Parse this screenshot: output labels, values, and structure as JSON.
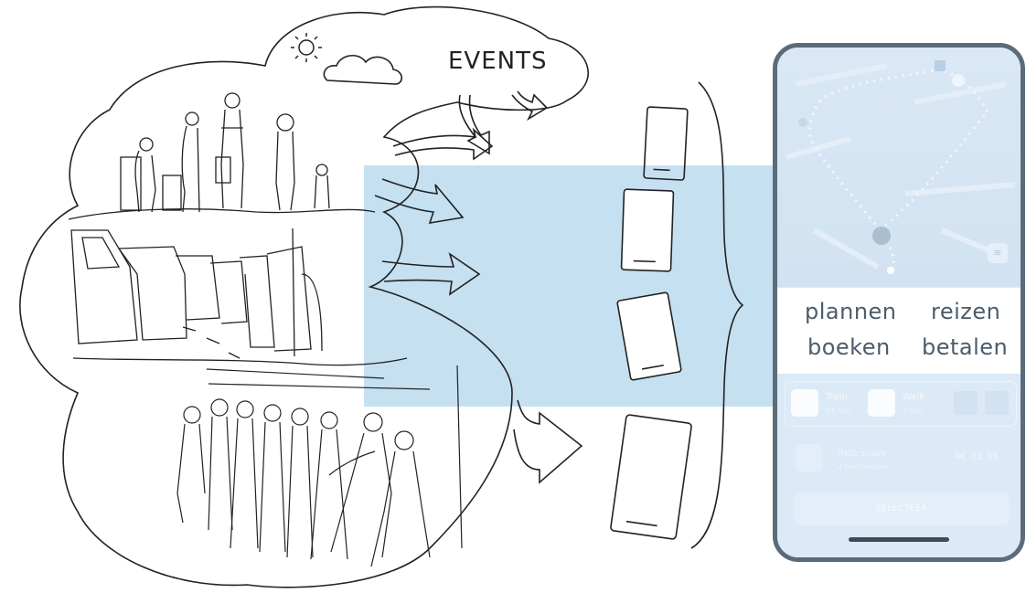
{
  "sketch": {
    "events_label": "EVENTS"
  },
  "phone": {
    "actions": {
      "plan": "plannen",
      "travel": "reizen",
      "book": "boeken",
      "pay": "betalen"
    },
    "route_option": {
      "train_name": "Trein",
      "train_time": "14 min",
      "walk_name": "Walk",
      "walk_time": "3 min"
    },
    "ride_share": {
      "name": "Ride share",
      "sub": "2 beschikbaar",
      "price": "4€ 01.45"
    },
    "select_button": "SELECTEER",
    "filter_icon": "sliders-icon"
  },
  "colors": {
    "highlight_band": "#c5e0f1",
    "phone_frame": "#5c6b79",
    "phone_screen": "#dde9f5",
    "text_gray": "#4b5c6b"
  }
}
